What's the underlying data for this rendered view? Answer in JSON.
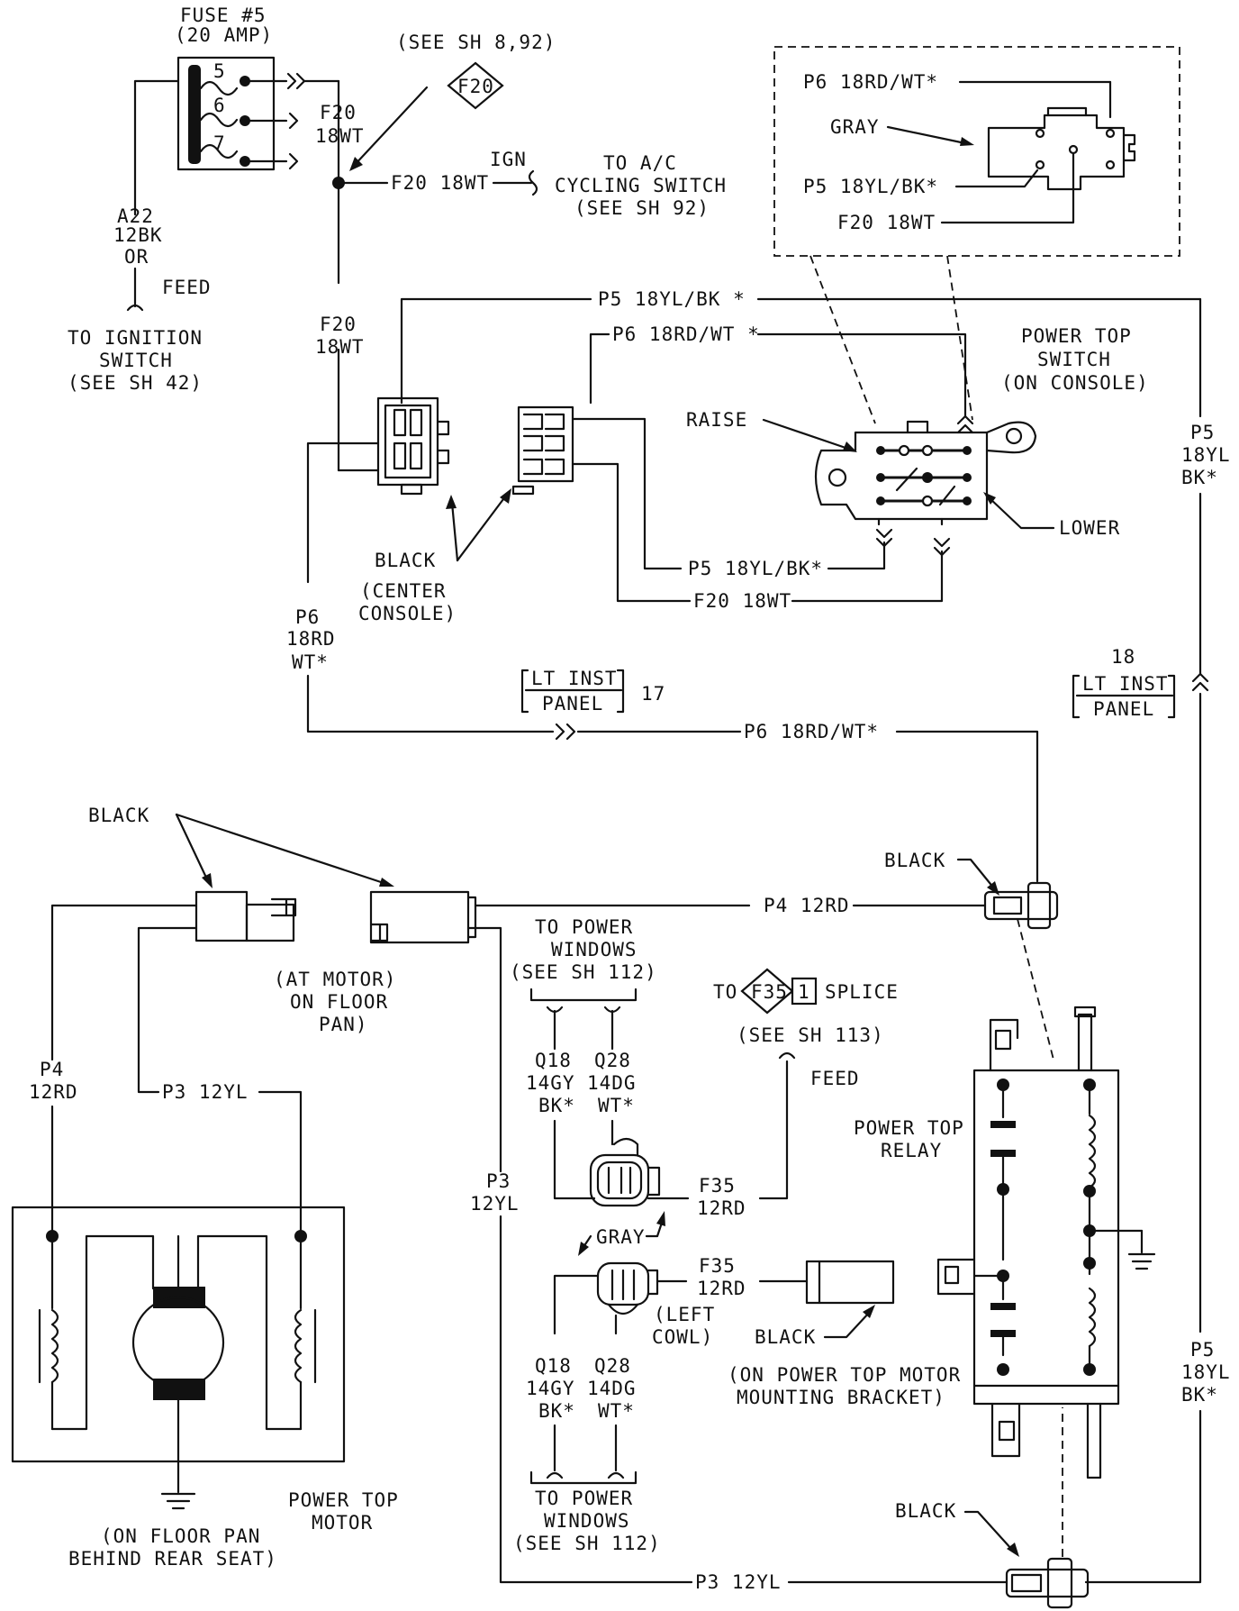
{
  "fuse": {
    "title": "FUSE #5",
    "rating": "(20 AMP)",
    "terminals": [
      "5",
      "6",
      "7"
    ]
  },
  "feed_wire": {
    "circuit": "A22",
    "gauge": "12BK",
    "or": "OR",
    "feed": "FEED"
  },
  "ignition": {
    "line1": "TO IGNITION",
    "line2": "SWITCH",
    "line3": "(SEE SH 42)"
  },
  "f20": {
    "see": "(SEE SH 8,92)",
    "badge": "F20",
    "upper_circuit": "F20",
    "upper_gauge": "18WT",
    "branch": "F20 18WT",
    "ign": "IGN",
    "lower_circuit": "F20",
    "lower_gauge": "18WT"
  },
  "ac": {
    "line1": "TO A/C",
    "line2": "CYCLING SWITCH",
    "line3": "(SEE SH 92)"
  },
  "inset": {
    "p6": "P6 18RD/WT*",
    "gray": "GRAY",
    "p5": "P5 18YL/BK*",
    "f20": "F20 18WT"
  },
  "wires": {
    "p5_top": "P5 18YL/BK *",
    "p6_top": "P6 18RD/WT *",
    "p5_bottom": "P5 18YL/BK*",
    "f20_bottom": "F20 18WT",
    "p6_long": "P6 18RD/WT*",
    "p4_long": "P4 12RD",
    "p3_bottom": "P3 12YL"
  },
  "switch": {
    "line1": "POWER TOP",
    "line2": "SWITCH",
    "line3": "(ON CONSOLE)",
    "raise": "RAISE",
    "lower": "LOWER"
  },
  "p5_right": {
    "circuit": "P5",
    "gauge": "18YL",
    "color": "BK*"
  },
  "p5_right2": {
    "circuit": "P5",
    "gauge": "18YL",
    "color": "BK*"
  },
  "console": {
    "black": "BLACK",
    "line1": "(CENTER",
    "line2": "CONSOLE)"
  },
  "p6_left": {
    "circuit": "P6",
    "gauge": "18RD",
    "color": "WT*"
  },
  "panel": {
    "line1": "LT INST",
    "line2": "PANEL",
    "left_num": "17",
    "right_num": "18"
  },
  "motor_conn": {
    "black": "BLACK",
    "line1": "(AT MOTOR)",
    "line2": "ON FLOOR",
    "line3": "PAN)"
  },
  "relay_conn_black": "BLACK",
  "motor_wires": {
    "p4_circuit": "P4",
    "p4_gauge": "12RD",
    "p3_top": "P3 12YL",
    "p3_circuit": "P3",
    "p3_gauge": "12YL"
  },
  "power_windows_top": {
    "line1": "TO POWER",
    "line2": "WINDOWS",
    "line3": "(SEE SH 112)"
  },
  "power_windows_bottom": {
    "line1": "TO POWER",
    "line2": "WINDOWS",
    "line3": "(SEE SH 112)"
  },
  "window_wires_top": {
    "q18": "Q18",
    "q18_g": "14GY",
    "q18_c": "BK*",
    "q28": "Q28",
    "q28_g": "14DG",
    "q28_c": "WT*"
  },
  "window_wires_bottom": {
    "q18": "Q18",
    "q18_g": "14GY",
    "q18_c": "BK*",
    "q28": "Q28",
    "q28_g": "14DG",
    "q28_c": "WT*"
  },
  "splice": {
    "to": "TO",
    "badge": "F35",
    "num": "1",
    "label": "SPLICE",
    "see": "(SEE SH 113)",
    "feed": "FEED"
  },
  "f35_top": {
    "circuit": "F35",
    "gauge": "12RD"
  },
  "f35_bottom": {
    "circuit": "F35",
    "gauge": "12RD"
  },
  "cowl": {
    "gray": "GRAY",
    "line1": "(LEFT",
    "line2": "COWL)"
  },
  "bracket": {
    "black": "BLACK",
    "line1": "(ON POWER TOP MOTOR",
    "line2": "MOUNTING BRACKET)"
  },
  "relay": {
    "line1": "POWER TOP",
    "line2": "RELAY"
  },
  "relay_bottom_black": "BLACK",
  "motor": {
    "line1": "POWER TOP",
    "line2": "MOTOR",
    "ground1": "(ON FLOOR PAN",
    "ground2": "BEHIND REAR SEAT)"
  }
}
